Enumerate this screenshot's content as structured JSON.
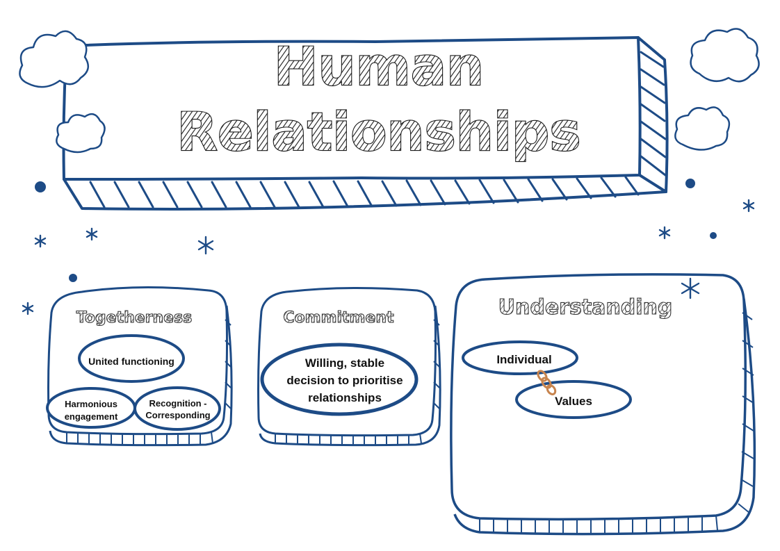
{
  "title": {
    "line1": "Human",
    "line2": "Relationships"
  },
  "colors": {
    "ink": "#1d4b86",
    "text": "#111111",
    "chain": "#c7844e"
  },
  "cards": {
    "togetherness": {
      "heading": "Togetherness",
      "bubbles": {
        "united": "United functioning",
        "harmonious": {
          "line1": "Harmonious",
          "line2": "engagement"
        },
        "recognition": {
          "line1": "Recognition -",
          "line2": "Corresponding"
        }
      }
    },
    "commitment": {
      "heading": "Commitment",
      "bubble": {
        "line1": "Willing, stable",
        "line2": "decision to prioritise",
        "line3": "relationships"
      }
    },
    "understanding": {
      "heading": "Understanding",
      "bubbles": {
        "individual": "Individual",
        "values": "Values"
      }
    }
  },
  "decorations": [
    "cloud-icon",
    "star-icon",
    "dot-icon",
    "chain-link-icon"
  ]
}
